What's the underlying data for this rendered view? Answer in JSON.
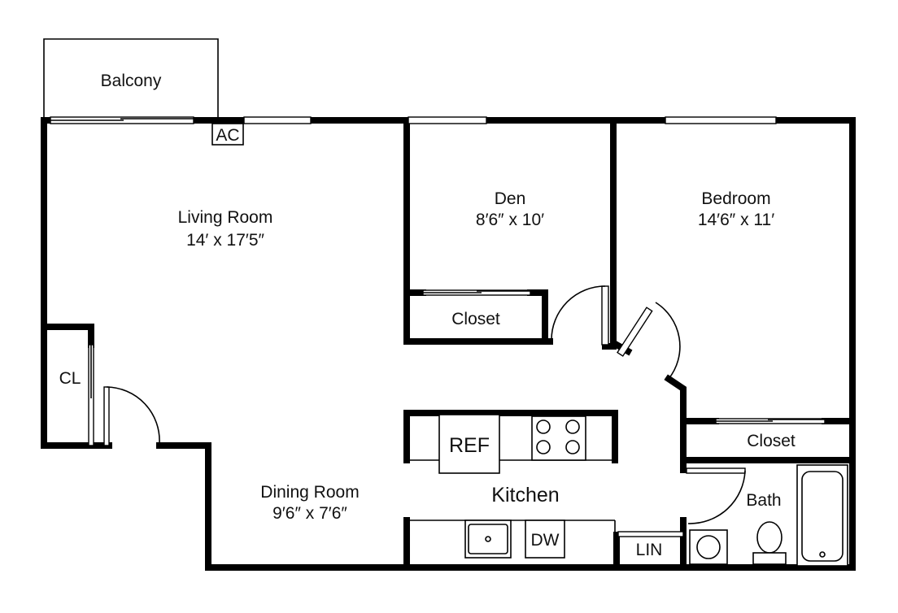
{
  "floor_plan": {
    "rooms": {
      "balcony": {
        "name": "Balcony"
      },
      "living_room": {
        "name": "Living Room",
        "dimensions": "14′ x 17′5″"
      },
      "den": {
        "name": "Den",
        "dimensions": "8′6″ x 10′"
      },
      "bedroom": {
        "name": "Bedroom",
        "dimensions": "14′6″ x 11′"
      },
      "dining_room": {
        "name": "Dining Room",
        "dimensions": "9′6″ x 7′6″"
      },
      "kitchen": {
        "name": "Kitchen"
      },
      "bath": {
        "name": "Bath"
      },
      "den_closet": {
        "name": "Closet"
      },
      "bedroom_closet": {
        "name": "Closet"
      },
      "coat_closet": {
        "name": "CL"
      },
      "linen_closet": {
        "name": "LIN"
      }
    },
    "fixtures": {
      "ac": "AC",
      "refrigerator": "REF",
      "dishwasher": "DW"
    },
    "colors": {
      "walls": "#000000",
      "background": "#ffffff"
    }
  }
}
